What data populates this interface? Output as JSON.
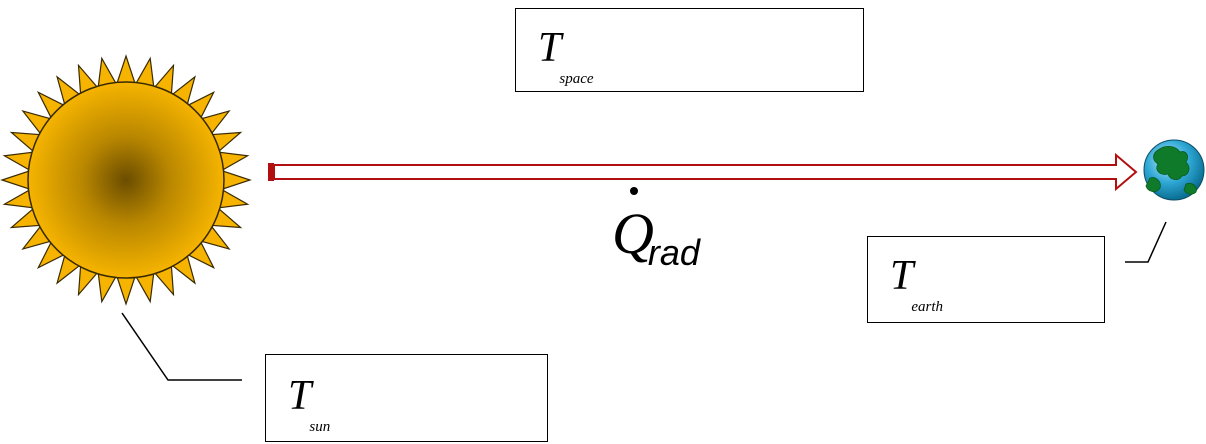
{
  "labels": {
    "space": {
      "symbol": "T",
      "subscript": "space"
    },
    "sun": {
      "symbol": "T",
      "subscript": "sun"
    },
    "earth": {
      "symbol": "T",
      "subscript": "earth"
    },
    "radiation": {
      "symbol": "Q",
      "subscript": "rad"
    }
  },
  "colors": {
    "sun_outer": "#f6b400",
    "sun_inner": "#6b4d00",
    "arrow": "#b21010",
    "earth_ocean": "#2fa8d6",
    "earth_land": "#0f7a2a"
  },
  "icons": {
    "sun": "sun-icon",
    "earth": "earth-globe-icon"
  }
}
